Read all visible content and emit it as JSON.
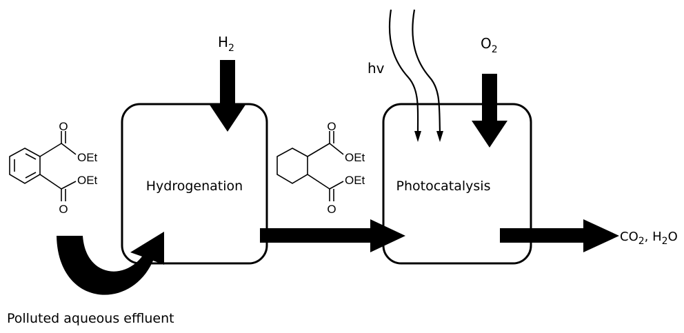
{
  "labels": {
    "hydrogenation": "Hydrogenation",
    "photocatalysis": "Photocatalysis",
    "feed": "Polluted aqueous effluent",
    "hv": "hv",
    "h2_main": "H",
    "h2_sub": "2",
    "o2_main": "O",
    "o2_sub": "2",
    "products_a": "CO",
    "products_a_sub": "2",
    "products_b": ", H",
    "products_b_sub": "2",
    "products_c": "O"
  },
  "molecules": {
    "aromatic": {
      "carbonyl_top": "O",
      "ester_top": "OEt",
      "ester_bottom": "OEt",
      "carbonyl_bottom": "O"
    },
    "hydrogenated": {
      "carbonyl_top": "O",
      "ester_top": "OEt",
      "ester_bottom": "OEt",
      "carbonyl_bottom": "O"
    }
  },
  "colors": {
    "ink": "#000000",
    "background": "#ffffff"
  }
}
